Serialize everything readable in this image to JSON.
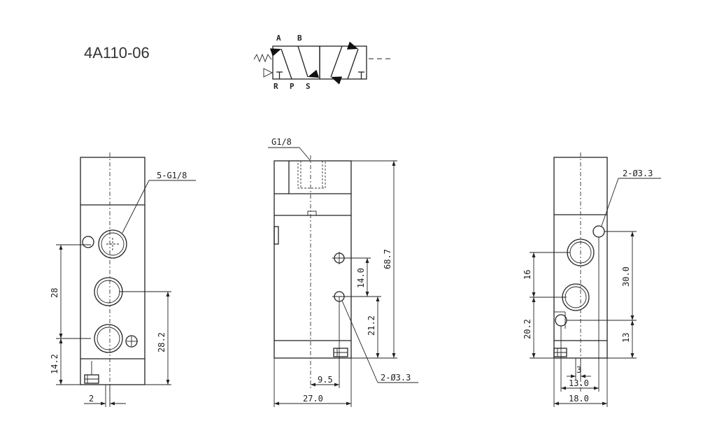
{
  "title": "4A110-06",
  "symbol": {
    "port_a": "A",
    "port_b": "B",
    "port_r": "R",
    "port_p": "P",
    "port_s": "S"
  },
  "front_view": {
    "callout": "5-G1/8",
    "dim_28": "28",
    "dim_14_2": "14.2",
    "dim_28_2": "28.2",
    "dim_2": "2"
  },
  "side_view": {
    "callout_top": "G1/8",
    "dim_68_7": "68.7",
    "dim_14_0": "14.0",
    "dim_21_2": "21.2",
    "dim_9_5": "9.5",
    "dim_27_0": "27.0",
    "callout_holes": "2-Ø3.3"
  },
  "rear_view": {
    "callout": "2-Ø3.3",
    "dim_16": "16",
    "dim_20_2": "20.2",
    "dim_30_0": "30.0",
    "dim_13": "13",
    "dim_3": "3",
    "dim_13_0": "13.0",
    "dim_18_0": "18.0"
  }
}
